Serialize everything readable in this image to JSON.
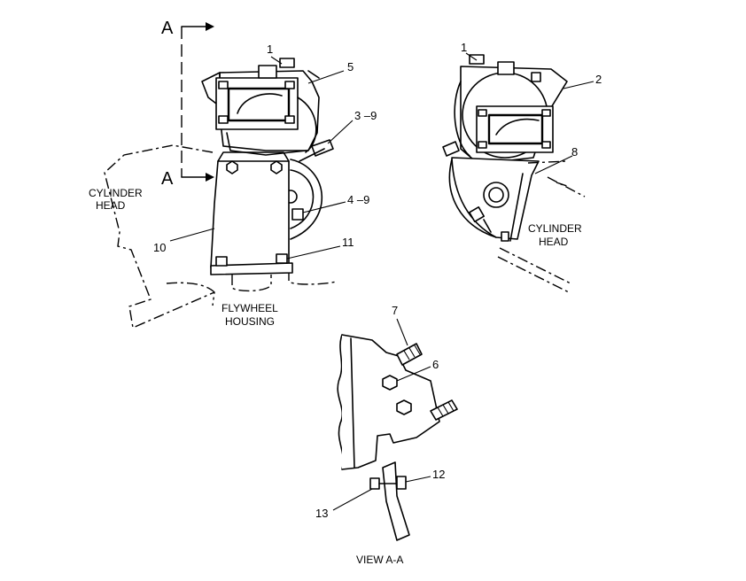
{
  "section_marks": [
    "A",
    "A"
  ],
  "callouts": [
    "1",
    "5",
    "3 –9",
    "4 –9",
    "10",
    "11",
    "1",
    "2",
    "8",
    "7",
    "6",
    "12",
    "13"
  ],
  "labels": {
    "cylinder_head_left": [
      "CYLINDER",
      "HEAD"
    ],
    "cylinder_head_right": [
      "CYLINDER",
      "HEAD"
    ],
    "flywheel_housing": [
      "FLYWHEEL",
      "HOUSING"
    ],
    "view": "VIEW  A-A"
  }
}
